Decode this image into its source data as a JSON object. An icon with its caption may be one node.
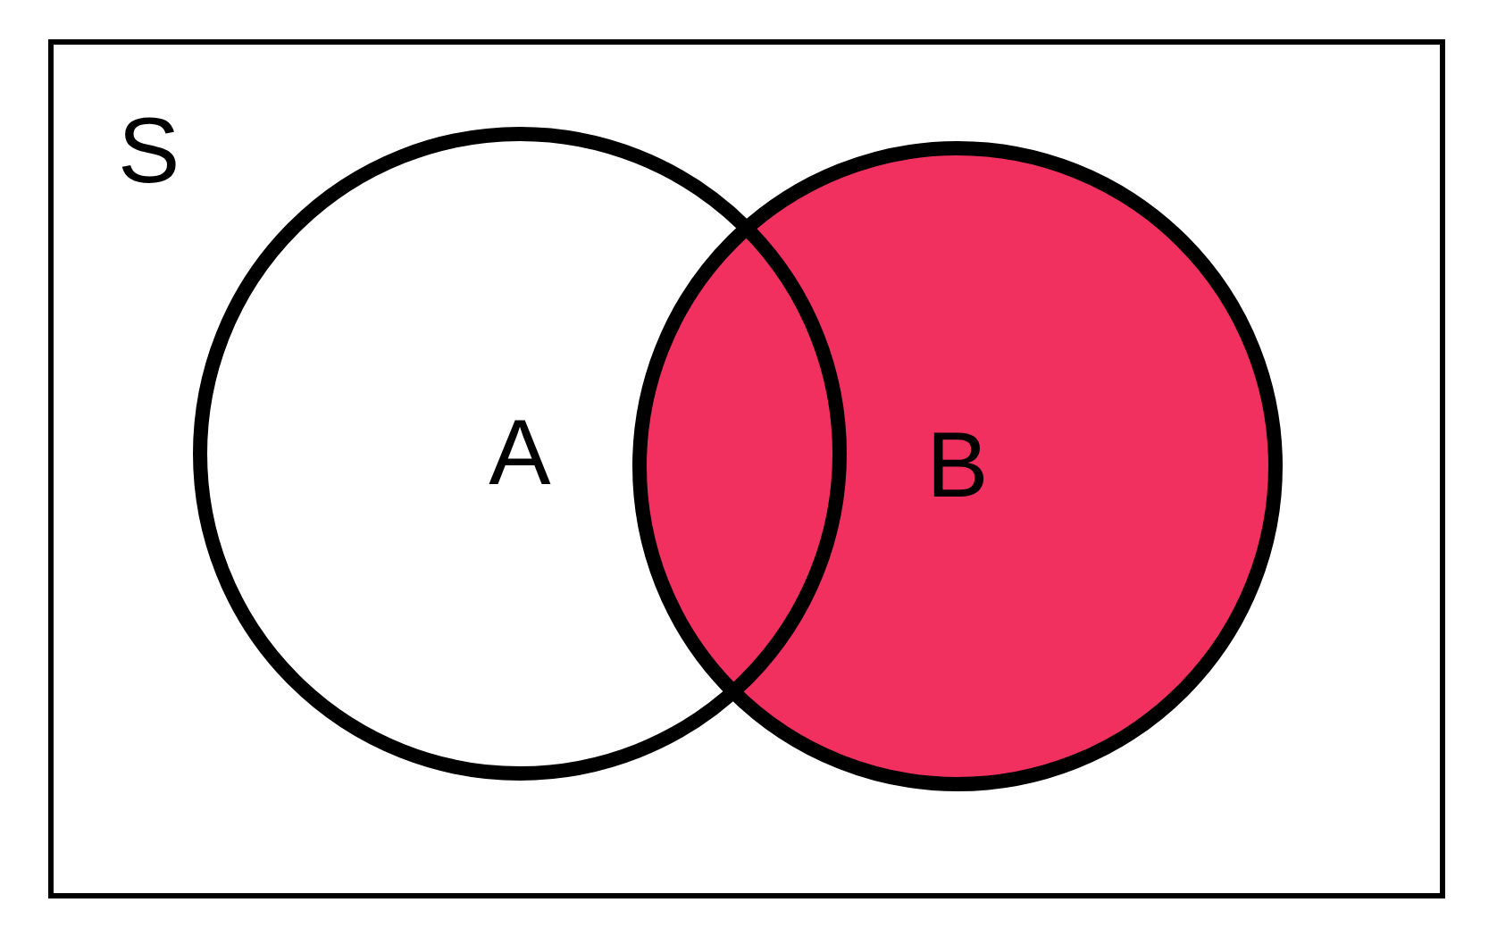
{
  "diagram": {
    "nodes": [
      {
        "text": [
          "S"
        ]
      },
      {
        "text": [
          "A"
        ],
        "in": 0
      },
      {
        "text": [
          "B"
        ],
        "in": 0
      }
    ],
    "edges": []
  }
}
